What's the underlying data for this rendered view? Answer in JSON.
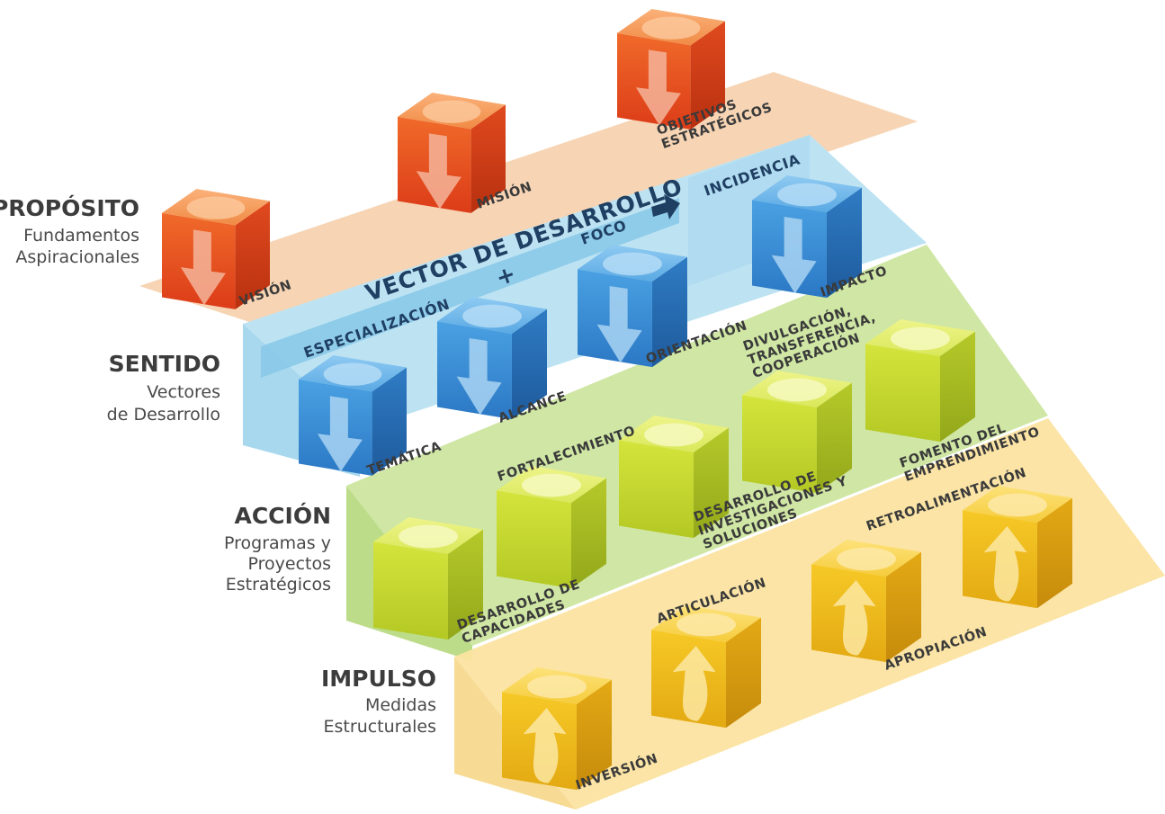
{
  "levels": [
    {
      "title": "PROPÓSITO",
      "subtitle": [
        "Fundamentos",
        "Aspiracionales"
      ]
    },
    {
      "title": "SENTIDO",
      "subtitle": [
        "Vectores",
        "de Desarrollo"
      ]
    },
    {
      "title": "ACCIÓN",
      "subtitle": [
        "Programas y",
        "Proyectos",
        "Estratégicos"
      ]
    },
    {
      "title": "IMPULSO",
      "subtitle": [
        "Medidas",
        "Estructurales"
      ]
    }
  ],
  "proposito": {
    "items": [
      [
        "VISIÓN"
      ],
      [
        "MISIÓN"
      ],
      [
        "OBJETIVOS",
        "ESTRATÉGICOS"
      ]
    ]
  },
  "sentido": {
    "vector_title": "VECTOR DE DESARROLLO",
    "especializacion": "ESPECIALIZACIÓN",
    "plus": "+",
    "foco": "FOCO",
    "incidencia": "INCIDENCIA",
    "items": [
      [
        "TEMÁTICA"
      ],
      [
        "ALCANCE"
      ],
      [
        "ORIENTACIÓN"
      ],
      [
        "IMPACTO"
      ]
    ]
  },
  "accion": {
    "items": [
      [
        "DESARROLLO DE",
        "CAPACIDADES"
      ],
      [
        "FORTALECIMIENTO"
      ],
      [
        "DESARROLLO DE",
        "INVESTIGACIONES Y",
        "SOLUCIONES"
      ],
      [
        "DIVULGACIÓN,",
        "TRANSFERENCIA,",
        "COOPERACIÓN"
      ],
      [
        "FOMENTO DEL",
        "EMPRENDIMIENTO"
      ]
    ]
  },
  "impulso": {
    "items": [
      [
        "INVERSIÓN"
      ],
      [
        "ARTICULACIÓN"
      ],
      [
        "APROPIACIÓN"
      ],
      [
        "RETROALIMENTACIÓN"
      ]
    ]
  },
  "colors": {
    "proposito_plane": "#f6d2b0",
    "sentido_plane": "#bde3f3",
    "accion_plane": "#cfe6a4",
    "impulso_plane": "#fbe3a0",
    "red_cube": "#ec5a23",
    "blue_cube": "#3a8fd6",
    "green_cube": "#c7dc3a",
    "yellow_cube": "#f1c21c"
  }
}
